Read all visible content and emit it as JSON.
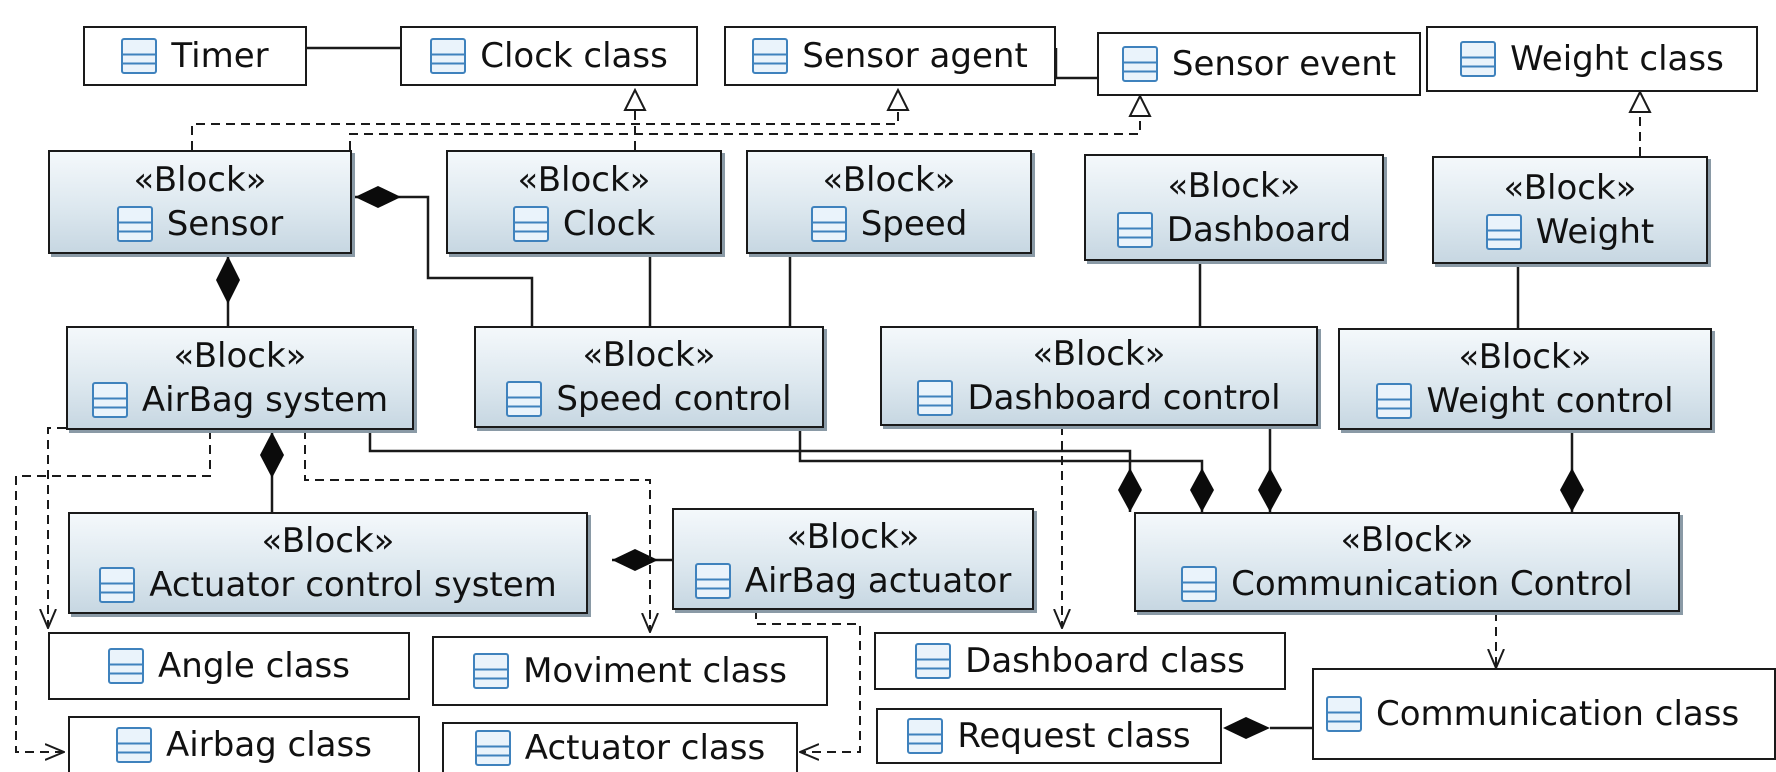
{
  "stereotype": "«Block»",
  "classes": {
    "timer": "Timer",
    "clock_class": "Clock class",
    "sensor_agent": "Sensor agent",
    "sensor_event": "Sensor event",
    "weight_class": "Weight class",
    "angle_class": "Angle class",
    "moviment_class": "Moviment class",
    "dashboard_class": "Dashboard class",
    "communication_class": "Communication class",
    "request_class": "Request class",
    "airbag_class": "Airbag class",
    "actuator_class": "Actuator class"
  },
  "blocks": {
    "sensor": "Sensor",
    "clock": "Clock",
    "speed": "Speed",
    "dashboard": "Dashboard",
    "weight": "Weight",
    "airbag_system": "AirBag system",
    "speed_control": "Speed control",
    "dashboard_control": "Dashboard control",
    "weight_control": "Weight control",
    "actuator_control_system": "Actuator control system",
    "airbag_actuator": "AirBag actuator",
    "communication_control": "Communication Control"
  },
  "colors": {
    "line": "#1a1a1a",
    "block_fill_top": "#f4f8fb",
    "block_fill_bottom": "#c7d7e2",
    "icon": "#3f82bd"
  },
  "icon_name": "class-icon"
}
